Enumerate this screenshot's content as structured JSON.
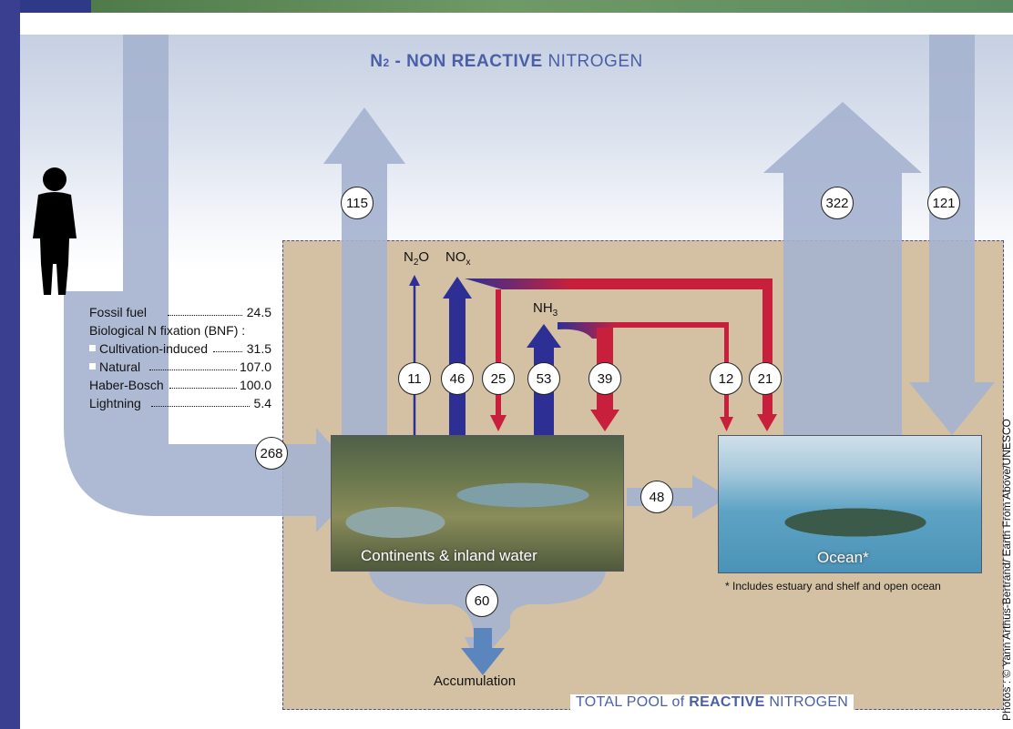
{
  "title": {
    "n2_symbol": "N",
    "n2_subscript": "2",
    "dash": "-",
    "non_reactive": "NON REACTIVE",
    "nitrogen": "NITROGEN"
  },
  "pool_title": {
    "prefix": "TOTAL POOL of",
    "reactive": "REACTIVE",
    "nitrogen": "NITROGEN"
  },
  "sources": [
    {
      "name": "Fossil fuel",
      "value": "24.5",
      "bullet": false
    },
    {
      "name": "Biological N fixation (BNF) :",
      "value": "",
      "bullet": false
    },
    {
      "name": "Cultivation-induced",
      "value": "31.5",
      "bullet": true
    },
    {
      "name": "Natural",
      "value": "107.0",
      "bullet": true
    },
    {
      "name": "Haber-Bosch",
      "value": "100.0",
      "bullet": false
    },
    {
      "name": "Lightning",
      "value": "5.4",
      "bullet": false
    }
  ],
  "species": {
    "n2o": {
      "main": "N",
      "sub": "2",
      "tail": "O"
    },
    "nox": {
      "main": "NO",
      "sub": "x"
    },
    "nh3": {
      "main": "NH",
      "sub": "3"
    }
  },
  "flows": {
    "total_input": "268",
    "denitrification_land": "115",
    "n2o": "11",
    "nox": "46",
    "nox_deposition_land": "25",
    "nh3": "53",
    "nh3_deposition_land": "39",
    "nh3_deposition_ocean": "12",
    "nox_deposition_ocean": "21",
    "river_to_ocean": "48",
    "accumulation": "60",
    "denitrification_ocean": "322",
    "fixation_ocean": "121"
  },
  "boxes": {
    "continents": "Continents & inland water",
    "ocean": "Ocean*",
    "ocean_note": "* Includes estuary and shelf and open ocean",
    "accumulation": "Accumulation"
  },
  "credit": "Photos : © Yann Arthus-Bertrand/ Earth From Above/UNESCO",
  "colors": {
    "frame": "#3b3f8f",
    "blue_arrow": "#2e2f95",
    "red_arrow": "#c8203c",
    "pale_arrow": "#a5b2cf",
    "pool_fill": "#d4c1a3",
    "title_blue": "#4a5fa8"
  }
}
